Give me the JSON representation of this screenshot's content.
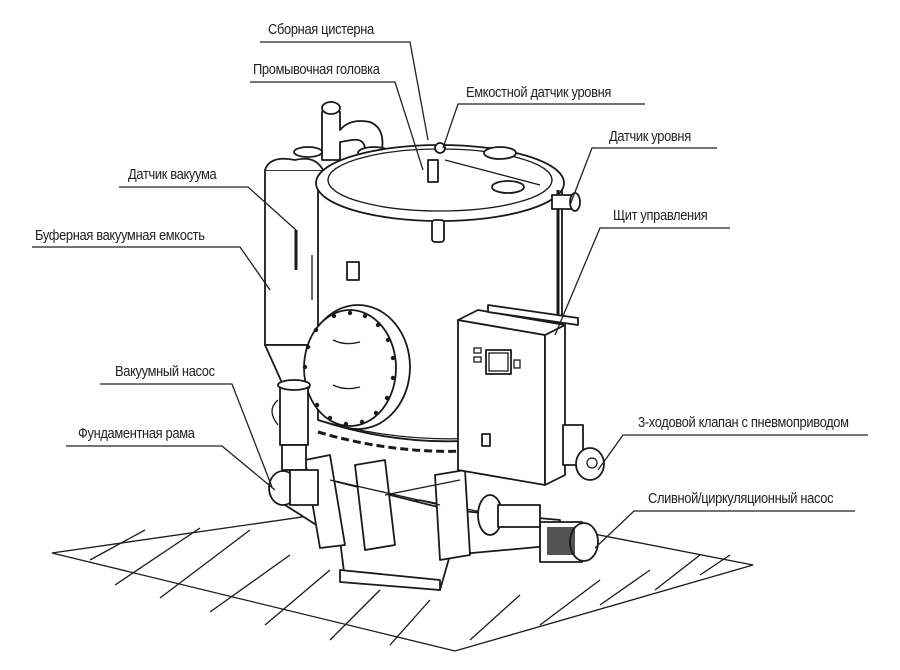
{
  "title": "Vacuum sewage collection unit — component callouts",
  "colors": {
    "ink": "#1a1a1a",
    "label_text": "#222222",
    "background": "#ffffff"
  },
  "labels": {
    "collection_tank": "Сборная цистерна",
    "flushing_head": "Промывочная головка",
    "capacitive_level_sensor": "Емкостной датчик уровня",
    "level_sensor": "Датчик уровня",
    "vacuum_sensor": "Датчик вакуума",
    "buffer_vacuum_tank": "Буферная вакуумная емкость",
    "control_panel": "Щит управления",
    "vacuum_pump": "Вакуумный насос",
    "base_frame": "Фундаментная рама",
    "three_way_valve": "3-ходовой клапан с пневмоприводом",
    "drain_circulation_pump": "Сливной/циркуляционный насос"
  }
}
